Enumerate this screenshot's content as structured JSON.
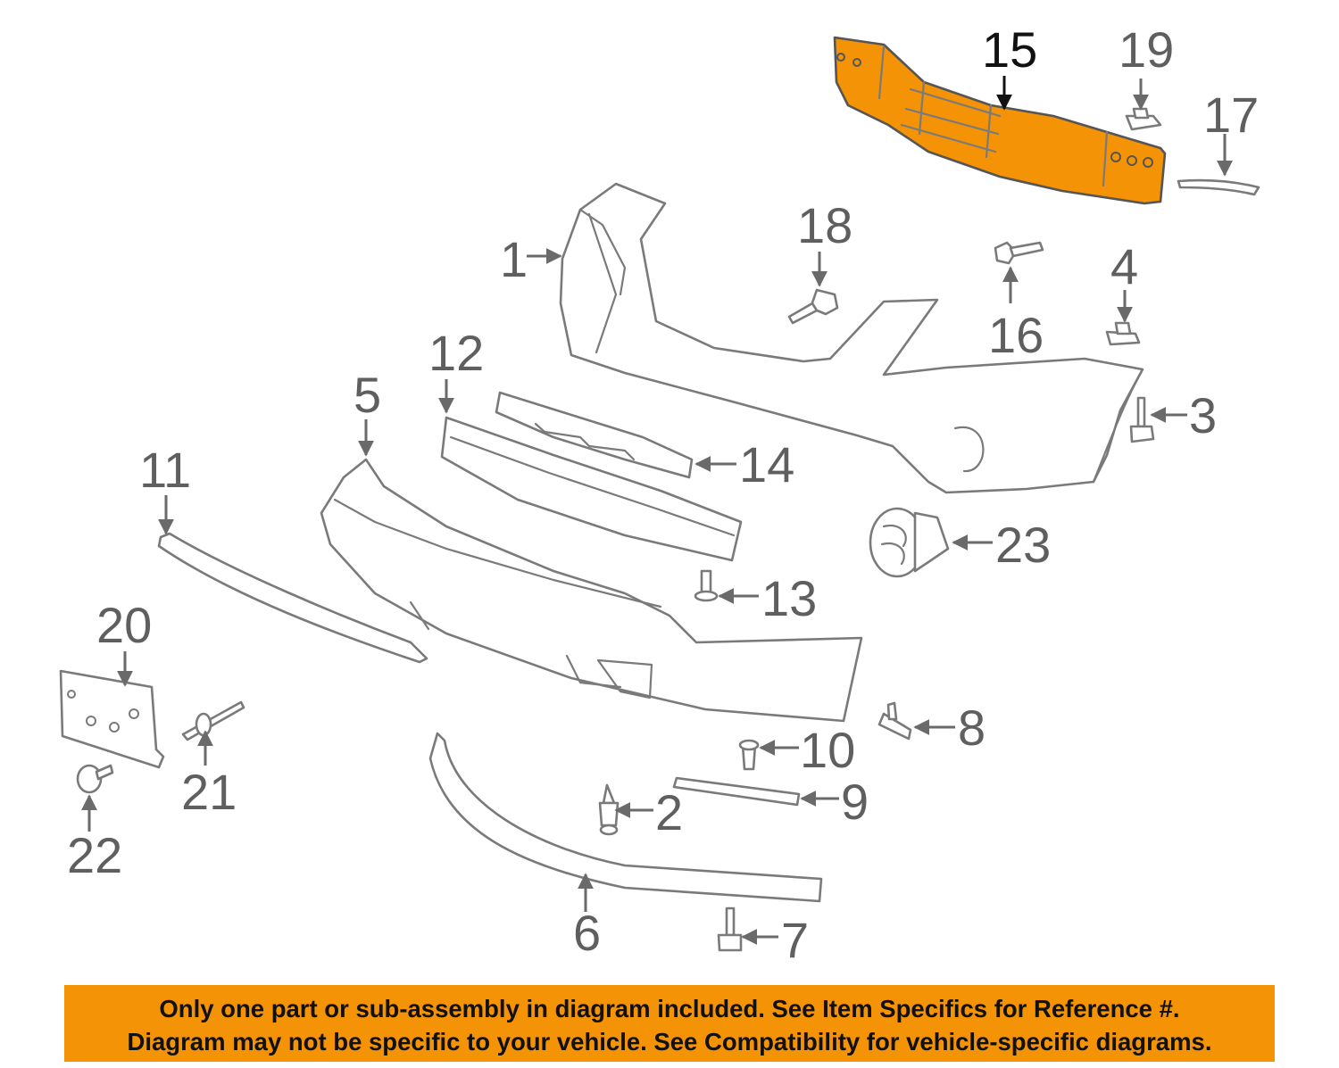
{
  "colors": {
    "highlight_part": "#f39305",
    "banner": "#f39305",
    "outline": "#7a7a7a",
    "callout_text": "#5f5f5f",
    "highlight_callout": "#111111"
  },
  "highlighted_part": "15",
  "callouts": {
    "c1": "1",
    "c2": "2",
    "c3": "3",
    "c4": "4",
    "c5": "5",
    "c6": "6",
    "c7": "7",
    "c8": "8",
    "c9": "9",
    "c10": "10",
    "c11": "11",
    "c12": "12",
    "c13": "13",
    "c14": "14",
    "c15": "15",
    "c16": "16",
    "c17": "17",
    "c18": "18",
    "c19": "19",
    "c20": "20",
    "c21": "21",
    "c22": "22",
    "c23": "23"
  },
  "notice": {
    "line1": "Only one part or sub-assembly in diagram included. See Item Specifics for Reference #.",
    "line2": "Diagram may not be specific to your vehicle. See Compatibility for vehicle-specific diagrams."
  }
}
